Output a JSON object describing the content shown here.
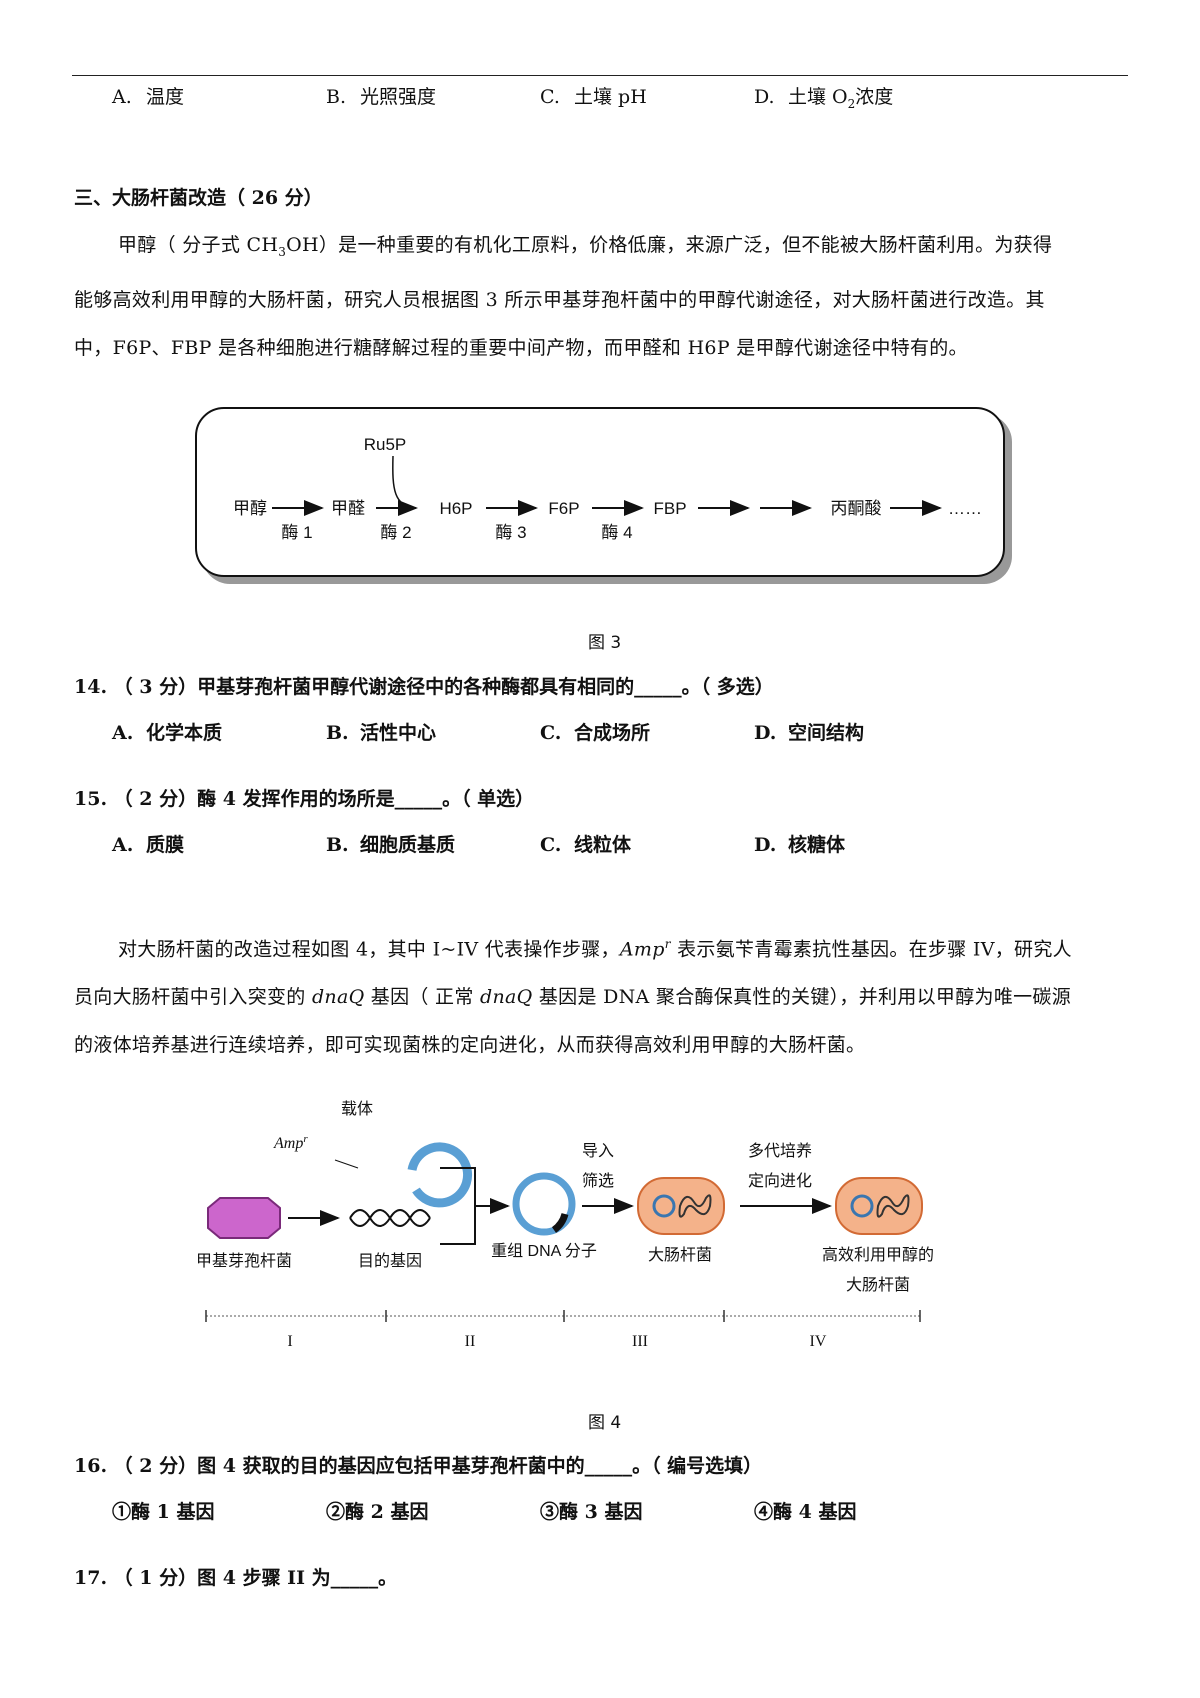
{
  "top_options": [
    "A.",
    "温度",
    "B.",
    "光照强度",
    "C.",
    "土壤 pH",
    "D.",
    "土壤 O",
    "2",
    "浓度"
  ],
  "section": {
    "title": "三、大肠杆菌改造（ 26 分）"
  },
  "intro": {
    "p1": "甲醇（ 分子式 CH",
    "p1_sub": "3",
    "p1_b": "OH）是一种重要的有机化工原料，价格低廉，来源广泛，但不能被大肠杆菌利用。为获得",
    "p2": "能够高效利用甲醇的大肠杆菌，研究人员根据图 3 所示甲基芽孢杆菌中的甲醇代谢途径，对大肠杆菌进行改造。其",
    "p3": "中，F6P、FBP 是各种细胞进行糖酵解过程的重要中间产物，而甲醛和 H6P 是甲醇代谢途径中特有的。"
  },
  "fig3": {
    "ru5p": "Ru5P",
    "nodes": [
      "甲醇",
      "甲醛",
      "H6P",
      "F6P",
      "FBP",
      "丙酮酸",
      "……"
    ],
    "enzymes": [
      "酶 1",
      "酶 2",
      "酶 3",
      "酶 4"
    ],
    "caption": "图 3"
  },
  "q14": {
    "text": "14. （ 3 分）甲基芽孢杆菌甲醇代谢途径中的各种酶都具有相同的_____。（ 多选）",
    "options": [
      "A.",
      "化学本质",
      "B.",
      "活性中心",
      "C.",
      "合成场所",
      "D.",
      "空间结构"
    ]
  },
  "q15": {
    "text": "15. （ 2 分）酶 4 发挥作用的场所是_____。（ 单选）",
    "options": [
      "A.",
      "质膜",
      "B.",
      "细胞质基质",
      "C.",
      "线粒体",
      "D.",
      "核糖体"
    ]
  },
  "intro2": {
    "l1a": "对大肠杆菌的改造过程如图 4，其中 I~IV 代表操作步骤，",
    "l1_amp": "Amp",
    "l1_sup": "r",
    "l1b": " 表示氨苄青霉素抗性基因。在步骤 IV，研究人",
    "l2a": "员向大肠杆菌中引入突变的 ",
    "l2_gene1": "dnaQ",
    "l2b": " 基因（ 正常 ",
    "l2_gene2": "dnaQ",
    "l2c": " 基因是 DNA 聚合酶保真性的关键），并利用以甲醇为唯一碳源",
    "l3": "的液体培养基进行连续培养，即可实现菌株的定向进化，从而获得高效利用甲醇的大肠杆菌。"
  },
  "fig4": {
    "carrier": "载体",
    "amp": "Amp",
    "amp_sup": "r",
    "bacillus": "甲基芽孢杆菌",
    "target_gene": "目的基因",
    "recomb": "重组 DNA 分子",
    "import": "导入",
    "screen": "筛选",
    "ecoli": "大肠杆菌",
    "culture": "多代培养",
    "evolve": "定向进化",
    "result1": "高效利用甲醇的",
    "result2": "大肠杆菌",
    "steps": [
      "I",
      "II",
      "III",
      "IV"
    ],
    "caption": "图 4"
  },
  "q16": {
    "text": "16. （ 2 分）图 4 获取的目的基因应包括甲基芽孢杆菌中的_____。（ 编号选填）",
    "options": [
      "①酶 1 基因",
      "②酶 2 基因",
      "③酶 3 基因",
      "④酶 4 基因"
    ]
  },
  "q17": {
    "text": "17. （ 1 分）图 4 步骤 II 为_____。"
  }
}
